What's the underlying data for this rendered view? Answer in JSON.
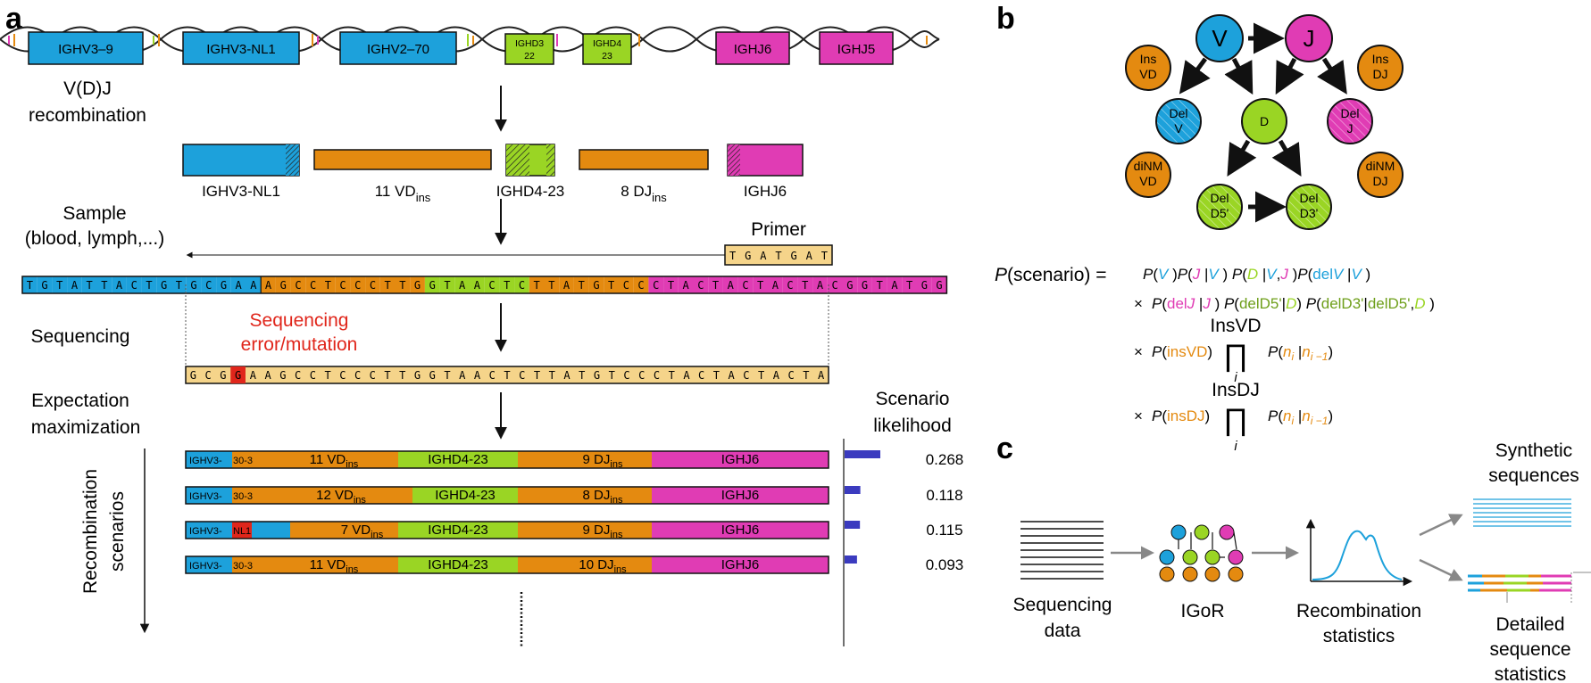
{
  "panel_labels": {
    "a": "a",
    "b": "b",
    "c": "c"
  },
  "colors": {
    "v_gene": "#1da1db",
    "d_gene": "#9ad524",
    "j_gene": "#e03cb4",
    "insertion": "#e48a10",
    "sequencing_error": "#e0261b",
    "primer": "#f5d48a",
    "bar": "#3b3bbf"
  },
  "panel_a": {
    "genes": [
      "IGHV3–9",
      "IGHV3-NL1",
      "IGHV2–70",
      "IGHD3",
      "22",
      "IGHD4",
      "23",
      "IGHJ6",
      "IGHJ5"
    ],
    "recomb_text": [
      "V(D)J",
      "recombination"
    ],
    "segments": [
      "IGHV3-NL1",
      "11 VD",
      "ins",
      "IGHD4-23",
      "8 DJ",
      "ins",
      "IGHJ6"
    ],
    "sample_text": [
      "Sample",
      "(blood, lymph,...)"
    ],
    "primer_label": "Primer",
    "primer_seq": "TGATGAT",
    "full_seq": "TGTATTACTGTGCGAAAGCCTCCCTTGGTAACTCTTATGTCCCTACTACTACTACGGTATGG",
    "sequencing_label": "Sequencing",
    "error_text": [
      "Sequencing",
      "error/mutation"
    ],
    "read_seq": "GCGGAAGCCTCCCTTGGTAACTCTTATGTCCCTACTACTACTA",
    "em_text": [
      "Expectation",
      "maximization"
    ],
    "scen_axis": [
      "Recombination",
      "scenarios"
    ],
    "likelihood_title": [
      "Scenario",
      "likelihood"
    ],
    "scenarios": [
      {
        "v": "IGHV3-",
        "v2": "30-3",
        "vd": "11 VD",
        "vd_sub": "ins",
        "d": "IGHD4-23",
        "dj": "9 DJ",
        "dj_sub": "ins",
        "j": "IGHJ6",
        "likelihood": 0.268,
        "likelihood_text": "0.268"
      },
      {
        "v": "IGHV3-",
        "v2": "30-3",
        "vd": "12 VD",
        "vd_sub": "ins",
        "d": "IGHD4-23",
        "dj": "8 DJ",
        "dj_sub": "ins",
        "j": "IGHJ6",
        "likelihood": 0.118,
        "likelihood_text": "0.118"
      },
      {
        "v": "IGHV3-",
        "v2": "NL1",
        "vd": "7 VD",
        "vd_sub": "ins",
        "d": "IGHD4-23",
        "dj": "9 DJ",
        "dj_sub": "ins",
        "j": "IGHJ6",
        "likelihood": 0.115,
        "likelihood_text": "0.115"
      },
      {
        "v": "IGHV3-",
        "v2": "30-3",
        "vd": "11 VD",
        "vd_sub": "ins",
        "d": "IGHD4-23",
        "dj": "10 DJ",
        "dj_sub": "ins",
        "j": "IGHJ6",
        "likelihood": 0.093,
        "likelihood_text": "0.093"
      }
    ]
  },
  "panel_b": {
    "nodes": {
      "V": "V",
      "J": "J",
      "D": "D",
      "ins_vd": [
        "Ins",
        "VD"
      ],
      "ins_dj": [
        "Ins",
        "DJ"
      ],
      "del_v": [
        "Del",
        "V"
      ],
      "del_j": [
        "Del",
        "J"
      ],
      "dinm_vd": [
        "diNM",
        "VD"
      ],
      "dinm_dj": [
        "diNM",
        "DJ"
      ],
      "del_d5": [
        "Del",
        "D5'"
      ],
      "del_d3": [
        "Del",
        "D3'"
      ]
    },
    "formula": {
      "P": "P",
      "scenario": "(scenario) =",
      "times": "×",
      "ins_vd_top": "InsVD",
      "ins_dj_top": "InsDJ",
      "prod": "∏",
      "i": "i"
    }
  },
  "panel_c": {
    "sequencing_data": [
      "Sequencing",
      "data"
    ],
    "igor": "IGoR",
    "recomb_stats": [
      "Recombination",
      "statistics"
    ],
    "synthetic": [
      "Synthetic",
      "sequences"
    ],
    "detailed": [
      "Detailed",
      "sequence",
      "statistics"
    ]
  }
}
